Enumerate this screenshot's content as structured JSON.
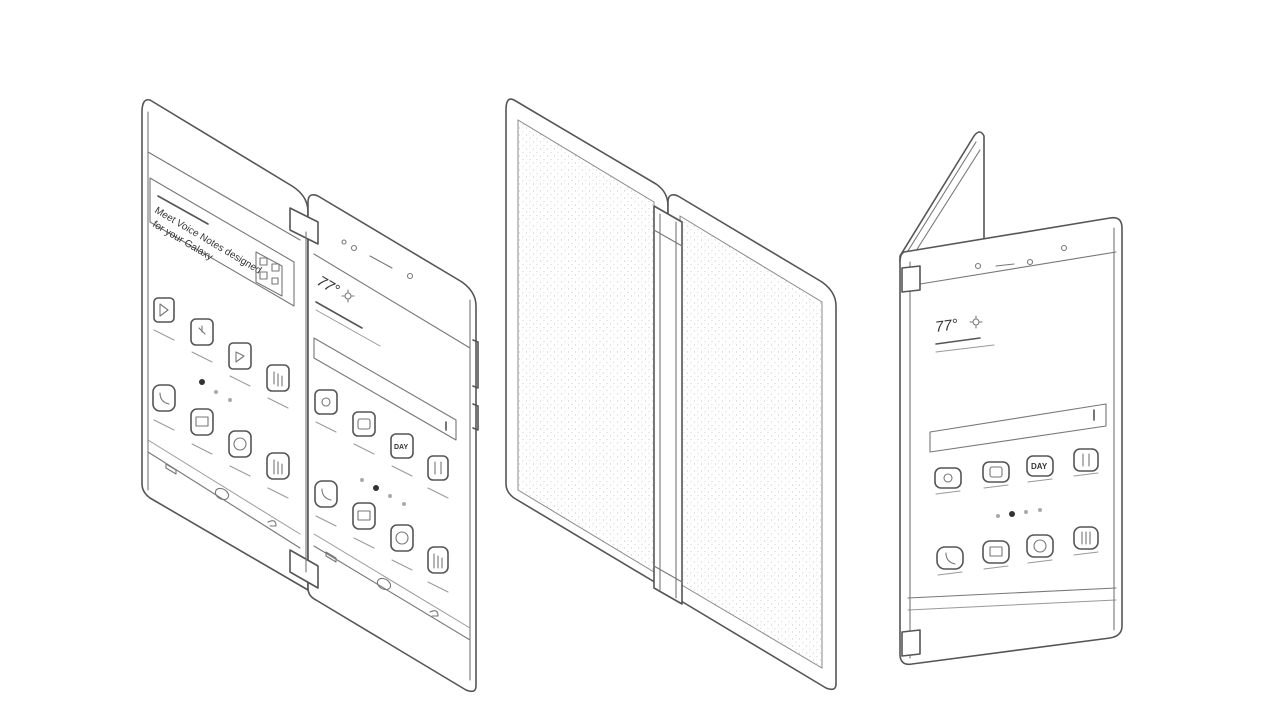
{
  "left_device": {
    "widget": {
      "text_line1": "Meet Voice Notes designed",
      "text_line2": "for your Galaxy"
    },
    "weather": {
      "temperature": "77°"
    },
    "icons": [
      "camera-icon",
      "clock-icon",
      "gallery-icon",
      "contacts-icon",
      "phone-icon",
      "message-icon",
      "browser-icon",
      "apps-icon",
      "mic-icon",
      "settings-icon",
      "calendar-icon"
    ],
    "calendar_label": "DAY"
  },
  "right_device": {
    "weather": {
      "temperature": "77°"
    },
    "calendar_label": "DAY"
  },
  "colors": {
    "line": "#555555",
    "panel_texture": "#bbbbbb",
    "background": "#ffffff"
  }
}
